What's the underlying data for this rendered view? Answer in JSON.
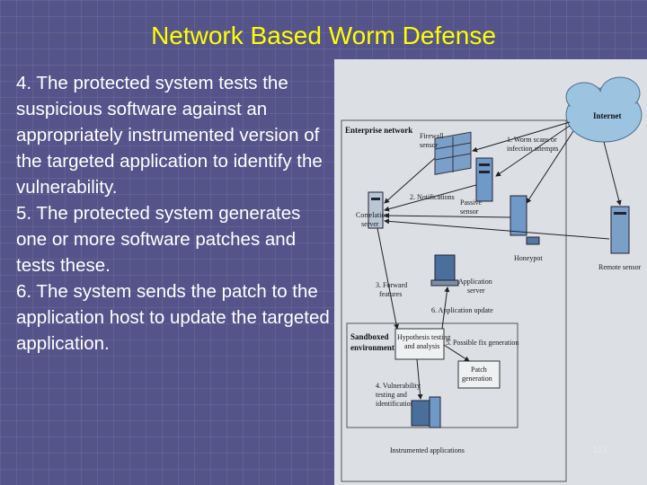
{
  "slide": {
    "title": "Network Based Worm Defense",
    "paragraphs": [
      "4. The protected system tests the suspicious software against an appropriately instrumented version of the targeted application to identify the vulnerability.",
      "5. The protected system generates one or more software patches and tests these.",
      "6. The system sends the patch to the application host to update the targeted application."
    ],
    "page_number": "113"
  },
  "figure": {
    "internet": "Internet",
    "enterprise_network": "Enterprise network",
    "firewall_sensor": [
      "Firewall",
      "sensor"
    ],
    "worm_scans": [
      "1. Worm scans or",
      "infection attempts"
    ],
    "notifications": "2. Notifications",
    "passive_sensor": [
      "Passive",
      "sensor"
    ],
    "correlation_server": [
      "Correlation",
      "server"
    ],
    "honeypot": "Honeypot",
    "remote_sensor": "Remote sensor",
    "forward_features": [
      "3. Forward",
      "features"
    ],
    "application_server": [
      "Application",
      "server"
    ],
    "application_update": "6. Application update",
    "sandboxed_environment": [
      "Sandboxed",
      "environment"
    ],
    "hypothesis_testing": [
      "Hypothesis testing",
      "and analysis"
    ],
    "possible_fix": "5. Possible fix generation",
    "patch_generation": [
      "Patch",
      "generation"
    ],
    "vulnerability_testing": [
      "4. Vulnerability",
      "testing and",
      "identification"
    ],
    "instrumented_applications": "Instrumented applications"
  }
}
